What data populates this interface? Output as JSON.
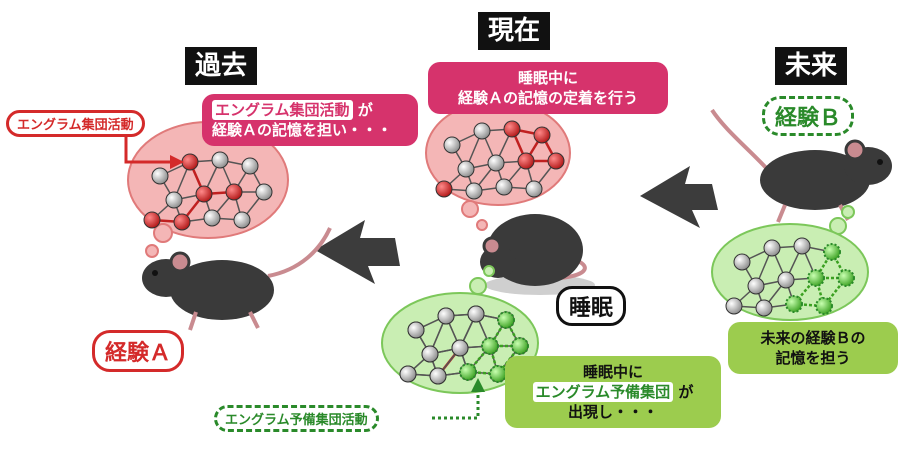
{
  "headers": {
    "past": "過去",
    "present": "現在",
    "future": "未来"
  },
  "past": {
    "engram_tag": "エングラム集団活動",
    "callout_highlight": "エングラム集団活動",
    "callout_suffix": "が",
    "callout_line2": "経験Ａの記憶を担い・・・",
    "experience": "経験Ａ"
  },
  "present": {
    "callout_line1": "睡眠中に",
    "callout_line2": "経験Ａの記憶の定着を行う",
    "sleep_label": "睡眠",
    "callout2_line1": "睡眠中に",
    "callout2_highlight": "エングラム予備集団",
    "callout2_suffix": "が",
    "callout2_line3": "出現し・・・",
    "pre_engram_tag": "エングラム予備集団活動"
  },
  "future": {
    "experience": "経験Ｂ",
    "callout_line1": "未来の経験Ｂの",
    "callout_line2": "記憶を担う"
  },
  "colors": {
    "engram_red": "#d42a2a",
    "preengram_green": "#5ccf3a",
    "pink_bubble": "#f4b6b6",
    "green_bubble": "#c9eeb3",
    "callout_pink": "#d6336c",
    "callout_green": "#9ccc4e",
    "mouse": "#3a3a3a",
    "arrow": "#3c3c3c"
  }
}
